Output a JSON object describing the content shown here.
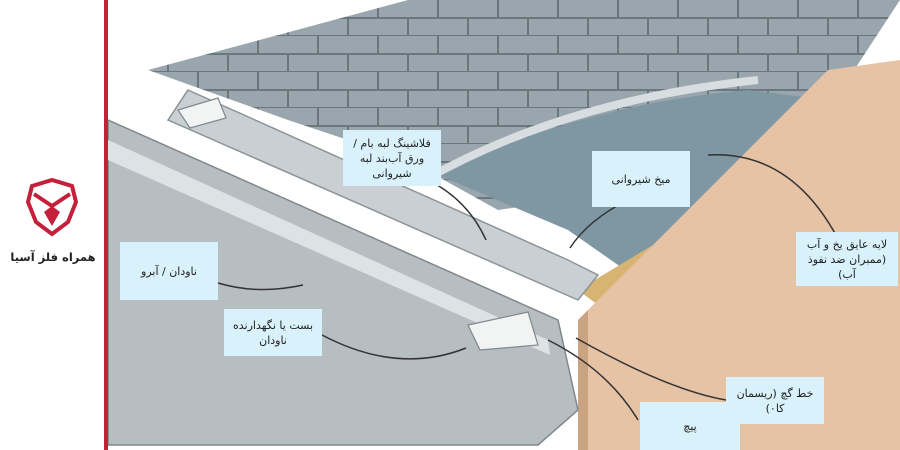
{
  "brand": {
    "name": "همراه فلز آسیا",
    "accent": "#c4203a"
  },
  "labels": {
    "gutter": "ناودان / آبرو",
    "bracket": "بست یا نگهدارنده ناودان",
    "drip_edge": "فلاشینگ لبه بام / ورق آب‌بند لبه شیروانی",
    "roofing_nail": "میخ شیروانی",
    "ice_water_shield": "لایه عایق یخ و آب (ممبران ضد نفوذ آب)",
    "chalk_line": "خط گچ (ریسمان کا۰)",
    "screw": "پیچ"
  },
  "colors": {
    "label_bg": "#d9f1fa",
    "roof_membrane": "#7f97a2",
    "fascia": "#e6c3a4"
  }
}
